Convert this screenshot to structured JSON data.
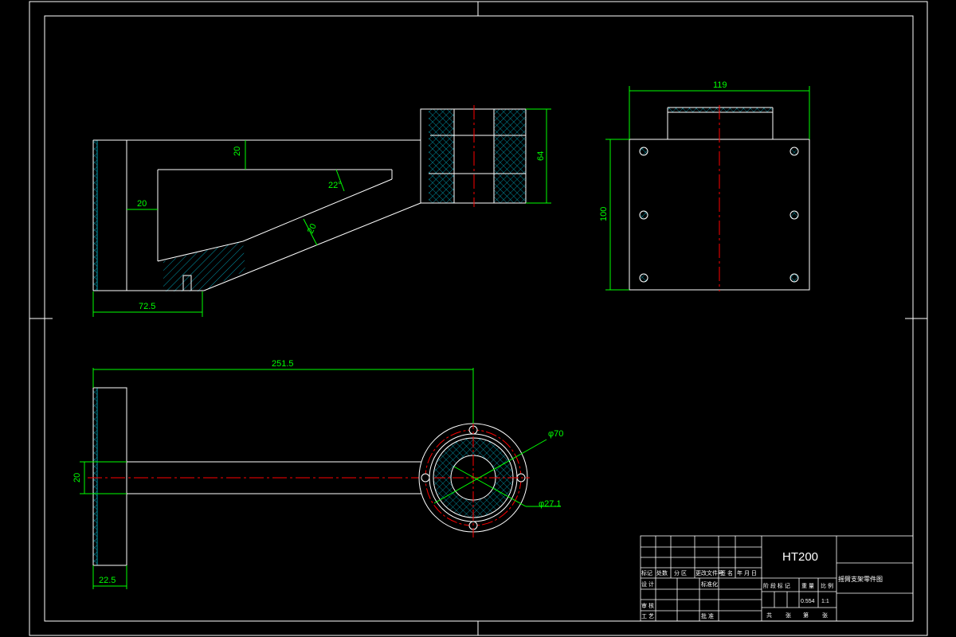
{
  "dimensions": {
    "front_top_thickness": "20",
    "front_inner_offset": "20",
    "front_angle": "22°",
    "front_rib": "20",
    "front_base_width": "72.5",
    "front_flange_height": "64",
    "side_width": "119",
    "side_height": "100",
    "top_length": "251.5",
    "top_arm_width": "20",
    "top_plate_thickness": "22.5",
    "flange_outer_dia": "φ70",
    "bore_dia": "φ27.1"
  },
  "title_block": {
    "material": "HT200",
    "part_name": "摇臂支架零件图",
    "mass": "0.554",
    "scale": "1:1",
    "labels": [
      "标记",
      "处数",
      "分 区",
      "更改文件号",
      "签 名",
      "年 月 日",
      "设 计",
      "标准化",
      "阶 段 标 记",
      "重 量",
      "比 例",
      "审 核",
      "工 艺",
      "批 准",
      "共",
      "张",
      "第",
      "张"
    ]
  },
  "colors": {
    "outline": "#ffffff",
    "dimension": "#00ff00",
    "centerline": "#ff0000",
    "hatch": "#00bcd4",
    "background": "#000000"
  }
}
